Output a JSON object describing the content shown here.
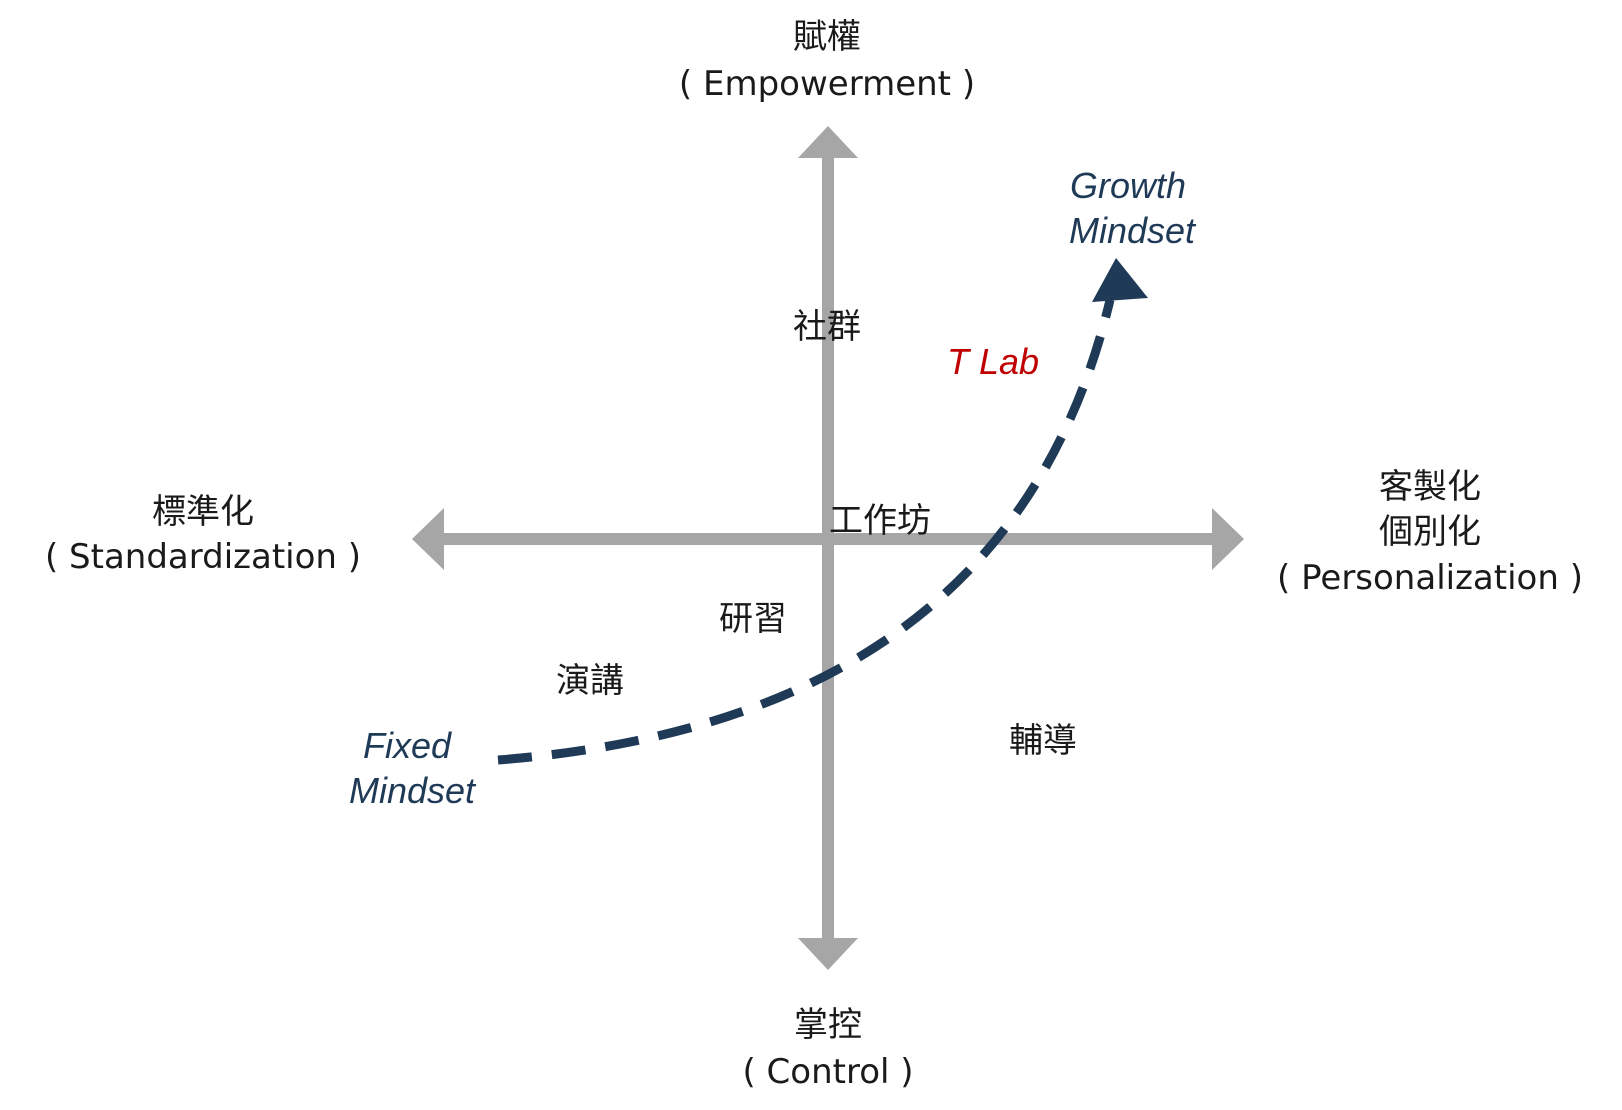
{
  "colors": {
    "axis": "#a6a6a6",
    "curve": "#1f3a56",
    "tlab": "#c00000",
    "text": "#1a1a1a"
  },
  "axes": {
    "top": {
      "zh": "賦權",
      "en": "( Empowerment )"
    },
    "bottom": {
      "zh": "掌控",
      "en": "( Control )"
    },
    "left": {
      "zh": "標準化",
      "en": "( Standardization )"
    },
    "right": {
      "zh1": "客製化",
      "zh2": "個別化",
      "en": "( Personalization )"
    }
  },
  "items": {
    "community": "社群",
    "workshop": "工作坊",
    "study": "研習",
    "lecture": "演講",
    "coaching": "輔導"
  },
  "curve": {
    "start_line1": "Fixed",
    "start_line2": "Mindset",
    "end_line1": "Growth",
    "end_line2": "Mindset",
    "label": "T Lab"
  }
}
